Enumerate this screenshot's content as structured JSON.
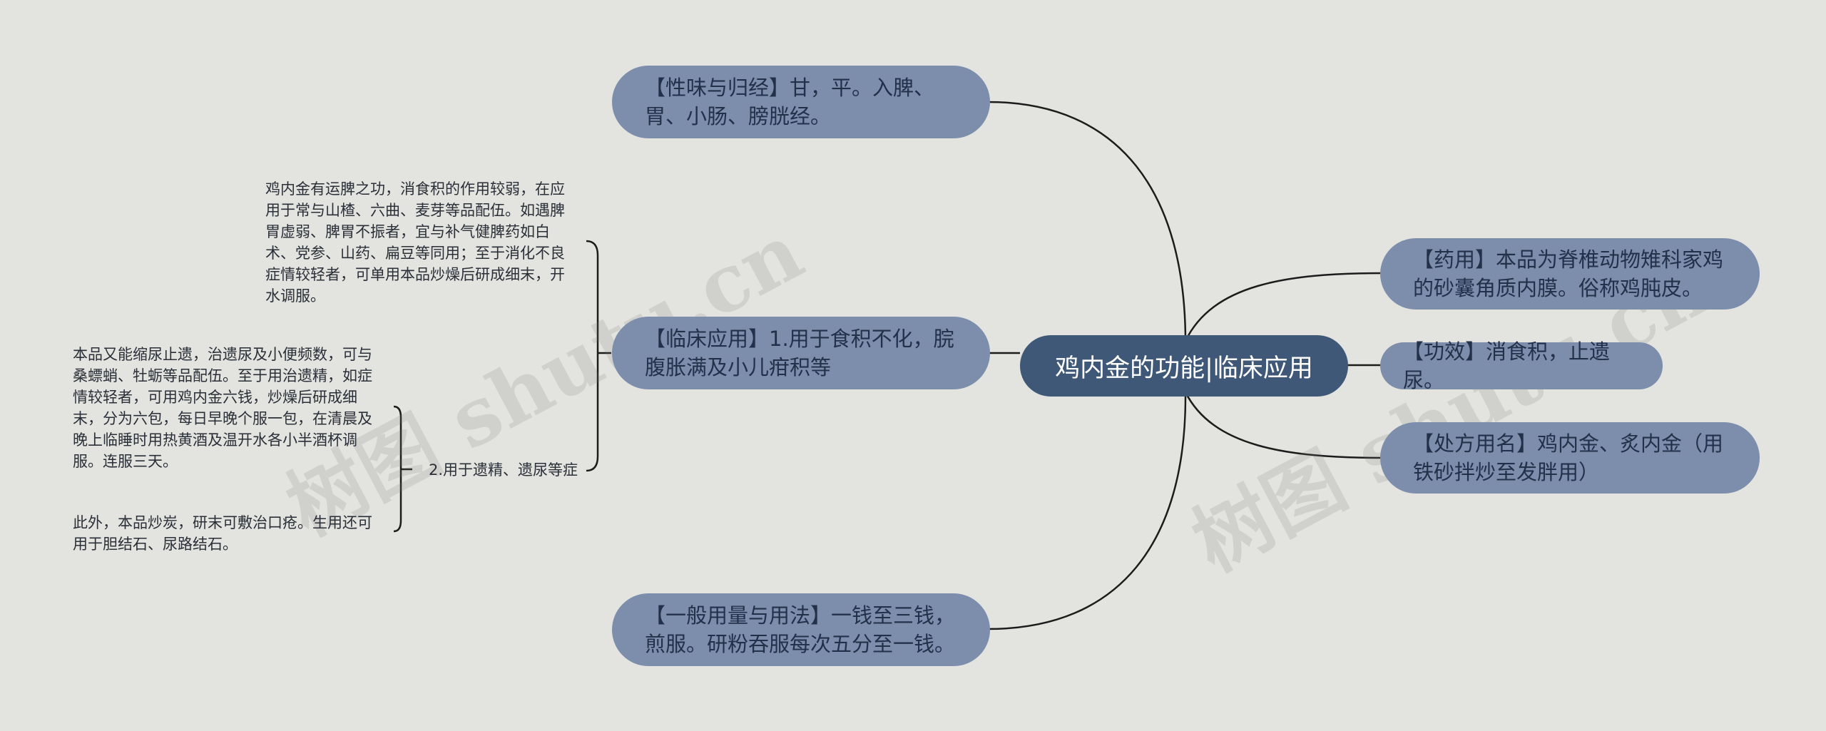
{
  "root": {
    "label": "鸡内金的功能|临床应用"
  },
  "left_branches": {
    "nature": "【性味与归经】甘，平。入脾、胃、小肠、膀胱经。",
    "clinical": "【临床应用】1.用于食积不化，脘腹胀满及小儿疳积等",
    "dosage": "【一般用量与用法】一钱至三钱，煎服。研粉吞服每次五分至一钱。"
  },
  "clinical_children": {
    "note_digest": "鸡内金有运脾之功，消食积的作用较弱，在应用于常与山楂、六曲、麦芽等品配伍。如遇脾胃虚弱、脾胃不振者，宜与补气健脾药如白术、党参、山药、扁豆等同用；至于消化不良症情较轻者，可单用本品炒燥后研成细末，开水调服。",
    "sub2_label": "2.用于遗精、遗尿等症"
  },
  "sub2_children": {
    "note_enuresis": "本品又能缩尿止遗，治遗尿及小便频数，可与桑螵蛸、牡蛎等品配伍。至于用治遗精，如症情较轻者，可用鸡内金六钱，炒燥后研成细末，分为六包，每日早晚个服一包，在清晨及晚上临睡时用热黄酒及温开水各小半酒杯调服。连服三天。",
    "note_other": "此外，本品炒炭，研末可敷治口疮。生用还可用于胆结石、尿路结石。"
  },
  "right_branches": {
    "source": "【药用】本品为脊椎动物雉科家鸡的砂囊角质内膜。俗称鸡肫皮。",
    "effect": "【功效】消食积，止遗尿。",
    "prescription": "【处方用名】鸡内金、炙内金（用铁砂拌炒至发胖用）"
  },
  "watermarks": [
    "树图 shutu.cn",
    "树图 shutu.cn"
  ],
  "colors": {
    "background": "#e3e3df",
    "branch_fill": "#7c8eac",
    "root_fill": "#3f5878",
    "line": "#1c1c1c"
  }
}
